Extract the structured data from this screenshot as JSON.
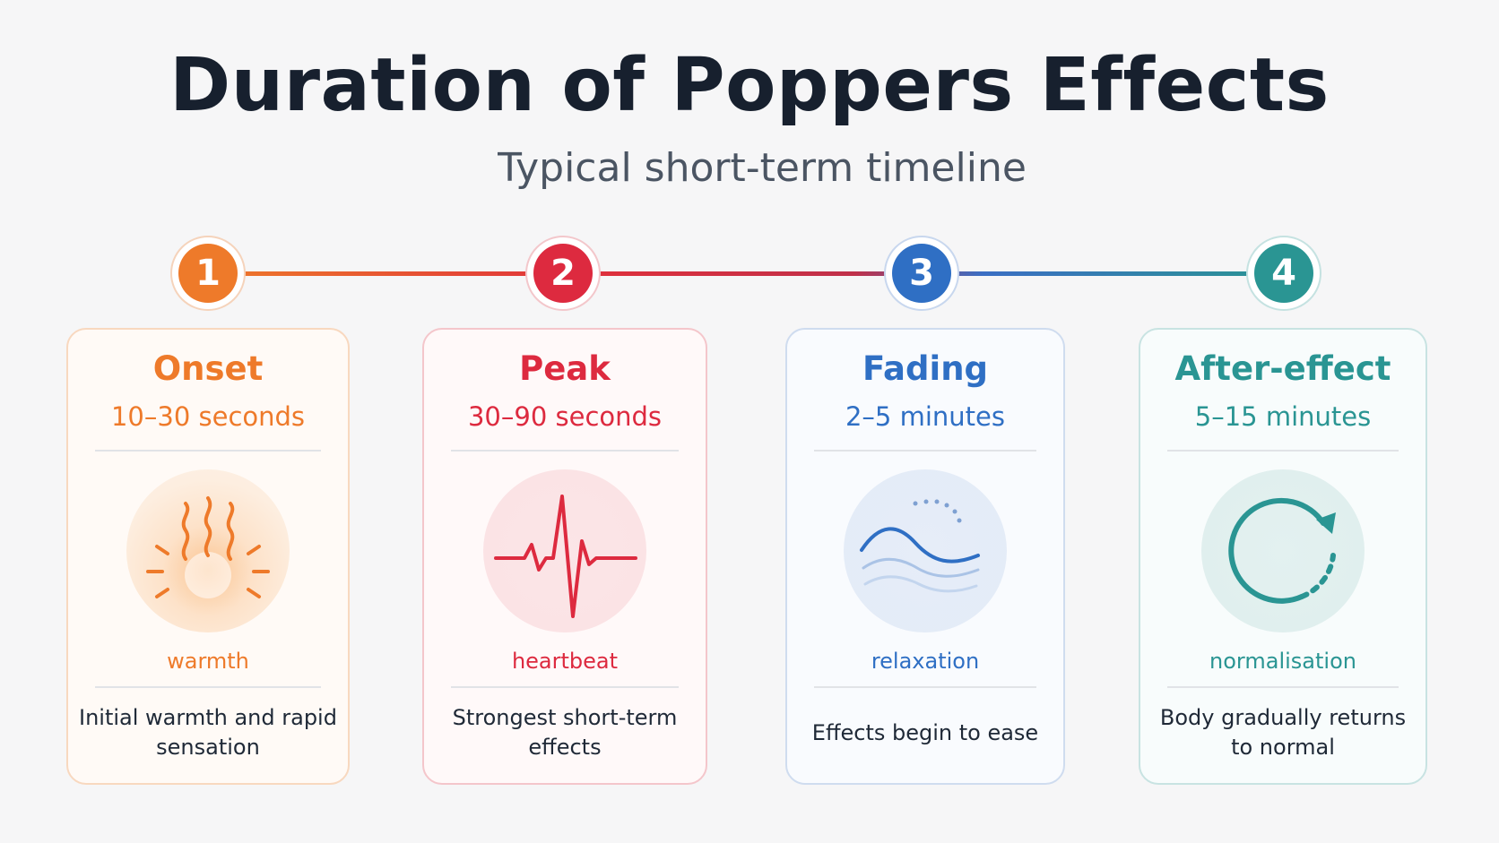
{
  "title": "Duration of Poppers Effects",
  "subtitle": "Typical short-term timeline",
  "steps": [
    {
      "number": "1",
      "name": "Onset",
      "duration": "10–30 seconds",
      "keyword": "warmth",
      "description": "Initial warmth and rapid sensation",
      "color": "#ee7a2a",
      "icon": "warmth-icon"
    },
    {
      "number": "2",
      "name": "Peak",
      "duration": "30–90 seconds",
      "keyword": "heartbeat",
      "description": "Strongest short-term effects",
      "color": "#dd2a3f",
      "icon": "heartbeat-icon"
    },
    {
      "number": "3",
      "name": "Fading",
      "duration": "2–5 minutes",
      "keyword": "relaxation",
      "description": "Effects begin to ease",
      "color": "#2f6fc4",
      "icon": "wave-icon"
    },
    {
      "number": "4",
      "name": "After-effect",
      "duration": "5–15 minutes",
      "keyword": "normalisation",
      "description": "Body gradually returns to normal",
      "color": "#2a9593",
      "icon": "cycle-icon"
    }
  ]
}
